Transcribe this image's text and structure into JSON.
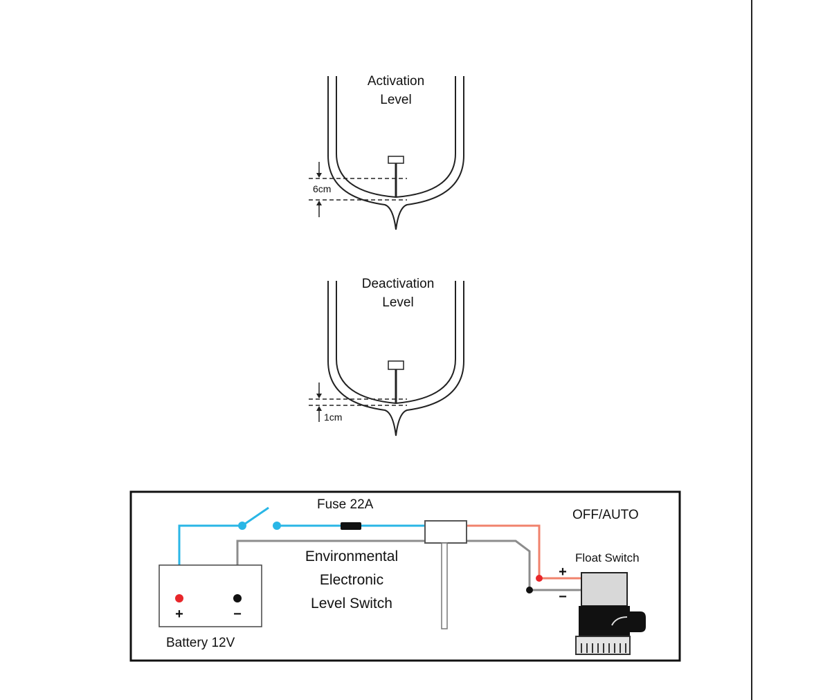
{
  "activation": {
    "title_line1": "Activation",
    "title_line2": "Level",
    "measure": "6cm"
  },
  "deactivation": {
    "title_line1": "Deactivation",
    "title_line2": "Level",
    "measure": "1cm"
  },
  "wiring": {
    "fuse_label": "Fuse 22A",
    "mode_label": "OFF/AUTO",
    "switch_line1": "Environmental",
    "switch_line2": "Electronic",
    "switch_line3": "Level Switch",
    "float_label": "Float Switch",
    "battery_label": "Battery 12V",
    "plus_sign": "+",
    "minus_sign": "−"
  },
  "colors": {
    "positive_wire": "#29b6e6",
    "pump_wire": "#f0826c",
    "ground_wire": "#8c8c8c",
    "positive_terminal": "#e8262a",
    "negative_terminal": "#111111"
  }
}
